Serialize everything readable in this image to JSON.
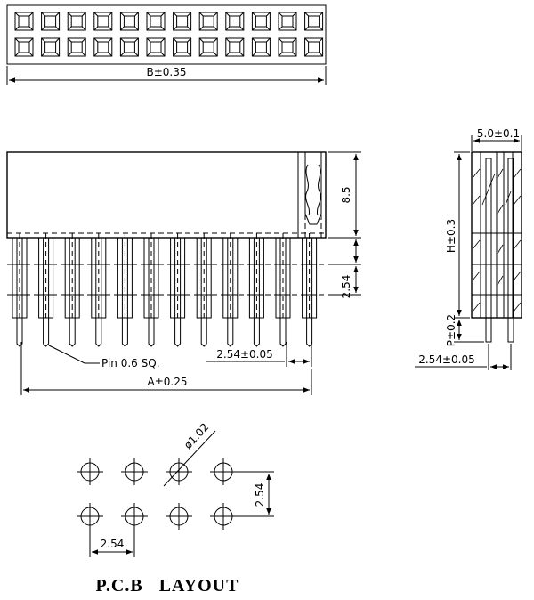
{
  "top_view": {
    "width_label": "B±0.35",
    "rows": 2,
    "cols": 12
  },
  "front_view": {
    "height_label": "8.5",
    "pitch_v_label": "2.54",
    "pitch_h_label": "2.54±0.05",
    "pin_label": "Pin 0.6 SQ.",
    "length_label": "A±0.25",
    "cols": 12
  },
  "side_view": {
    "width_label": "5.0±0.1",
    "h_label": "H±0.3",
    "p_label": "P±0.2",
    "pitch_label": "2.54±0.05"
  },
  "pcb_layout": {
    "diameter_label": "ø1.02",
    "v_pitch_label": "2.54",
    "h_pitch_label": "2.54",
    "title": "P.C.B   LAYOUT",
    "rows": 2,
    "cols": 4
  }
}
